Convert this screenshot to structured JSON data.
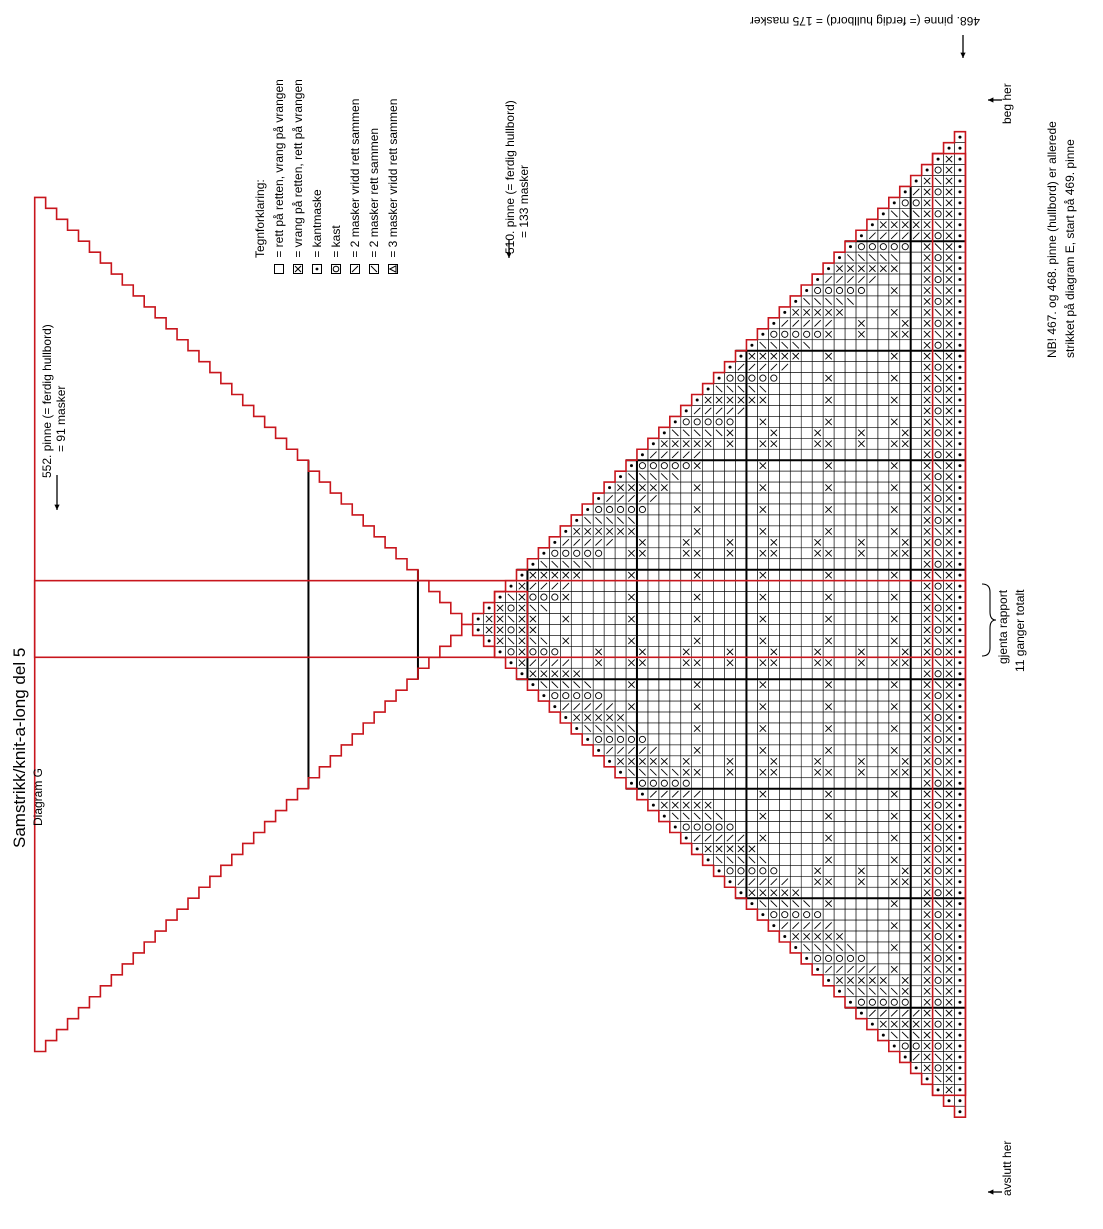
{
  "title": "Samstrikk/knit-a-long del 5",
  "subtitle": "Diagram G",
  "legend": {
    "heading": "Tegnforklaring:",
    "items": [
      {
        "icon": "empty-square-icon",
        "text": "= rett på retten, vrang på vrangen"
      },
      {
        "icon": "x-square-icon",
        "text": "= vrang på retten, rett på vrangen"
      },
      {
        "icon": "dot-square-icon",
        "text": "= kantmaske"
      },
      {
        "icon": "o-square-icon",
        "text": "= kast"
      },
      {
        "icon": "backslash-square-icon",
        "text": "= 2 masker vridd rett sammen"
      },
      {
        "icon": "slash-square-icon",
        "text": "= 2 masker rett sammen"
      },
      {
        "icon": "triangle-square-icon",
        "text": "= 3 masker vridd rett sammen"
      }
    ]
  },
  "annotations": {
    "row552": "552. pinne (= ferdig hullbord)",
    "row552b": "= 91 masker",
    "row510": "510. pinne (= ferdig hullbord)",
    "row510b": "= 133 masker",
    "row468": "468. pinne (= ferdig hullbord) = 175 masker",
    "repeat1": "gjenta rapport",
    "repeat2": "11 ganger totalt",
    "start": "beg her",
    "end": "avslutt her",
    "note1": "NB! 467. og 468. pinne (hullbord) er allerede",
    "note2": "strikket på diagram E, start på 469. pinne"
  },
  "colors": {
    "grid": "#000000",
    "outline": "#c8161d",
    "background": "#ffffff"
  }
}
